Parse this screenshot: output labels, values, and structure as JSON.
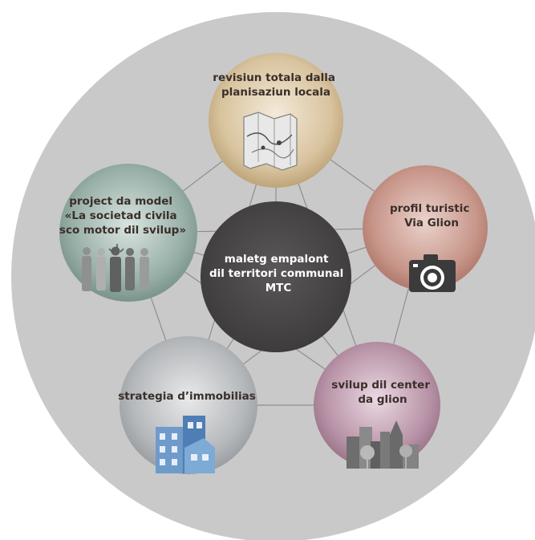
{
  "nodes": {
    "center": {
      "lines": [
        "maletg empalont",
        "dil territori communal",
        "MTC"
      ],
      "color": "#4a4748"
    },
    "top": {
      "lines": [
        "revisiun totala dalla",
        "planisaziun locala"
      ],
      "color": "#d6c19c",
      "icon": "map-icon"
    },
    "right": {
      "lines": [
        "profil turistic",
        "Via Glion"
      ],
      "color": "#c9968a",
      "icon": "camera-icon"
    },
    "bottom_right": {
      "lines": [
        "svilup dil center",
        "da glion"
      ],
      "color": "#b793a6",
      "icon": "town-center-icon"
    },
    "bottom_left": {
      "lines": [
        "strategia d’immobilias"
      ],
      "color": "#b5b8bb",
      "icon": "buildings-icon"
    },
    "left": {
      "lines": [
        "project da model",
        "«La societad civila",
        "sco motor dil svilup»"
      ],
      "color": "#97afa7",
      "icon": "people-group-icon"
    }
  },
  "colors": {
    "background_disc": "#c9c9c9",
    "connector": "#8e8e8e"
  }
}
